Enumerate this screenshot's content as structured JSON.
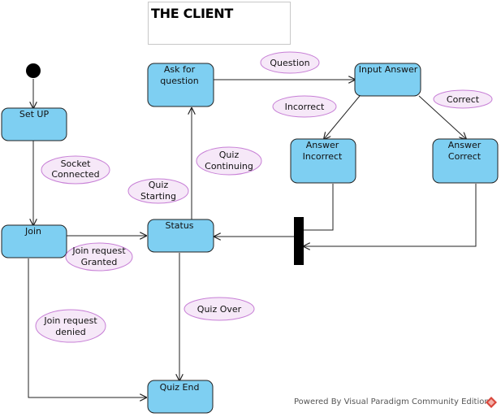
{
  "title": "THE CLIENT",
  "footer": "Powered By Visual Paradigm Community Edition",
  "colors": {
    "state_fill": "#7ecff2",
    "note_fill": "#f6e8f8",
    "note_stroke": "#c77fd6",
    "line": "#222222"
  },
  "states": {
    "setup": "Set UP",
    "join": "Join",
    "ask_for_question": [
      "Ask for",
      "question"
    ],
    "status": "Status",
    "quiz_end": "Quiz End",
    "input_answer": "Input Answer",
    "answer_incorrect": [
      "Answer",
      "Incorrect"
    ],
    "answer_correct": [
      "Answer",
      "Correct"
    ]
  },
  "notes": {
    "socket_connected": [
      "Socket",
      "Connected"
    ],
    "join_request_granted": [
      "Join request",
      "Granted"
    ],
    "join_request_denied": [
      "Join request",
      "denied"
    ],
    "quiz_starting": [
      "Quiz",
      "Starting"
    ],
    "quiz_continuing": [
      "Quiz",
      "Continuing"
    ],
    "quiz_over": "Quiz Over",
    "question": "Question",
    "incorrect": "Incorrect",
    "correct": "Correct"
  }
}
